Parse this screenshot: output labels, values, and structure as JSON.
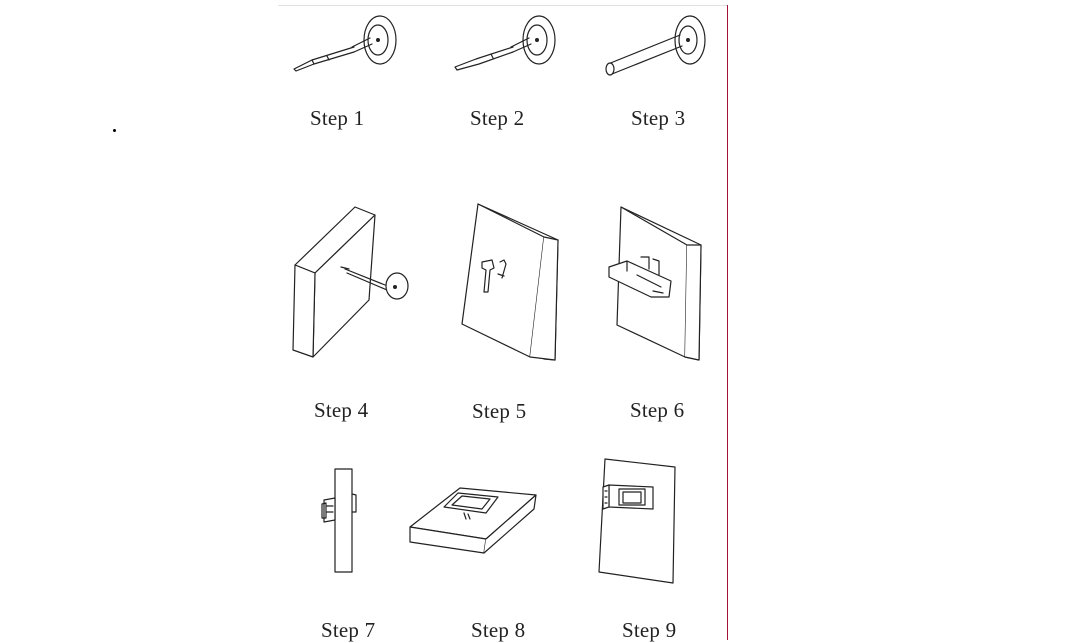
{
  "page": {
    "bullet": "."
  },
  "steps": [
    {
      "label": "Step 1",
      "illustration": "screw-mount-cable-icon"
    },
    {
      "label": "Step 2",
      "illustration": "screw-mount-cable-icon"
    },
    {
      "label": "Step 3",
      "illustration": "screw-mount-cover-icon"
    },
    {
      "label": "Step 4",
      "illustration": "door-peephole-insert-icon"
    },
    {
      "label": "Step 5",
      "illustration": "door-bracket-icon"
    },
    {
      "label": "Step 6",
      "illustration": "door-indoor-unit-mount-icon"
    },
    {
      "label": "Step 7",
      "illustration": "door-side-view-icon"
    },
    {
      "label": "Step 8",
      "illustration": "door-flat-screen-icon"
    },
    {
      "label": "Step 9",
      "illustration": "door-screen-attached-icon"
    }
  ]
}
